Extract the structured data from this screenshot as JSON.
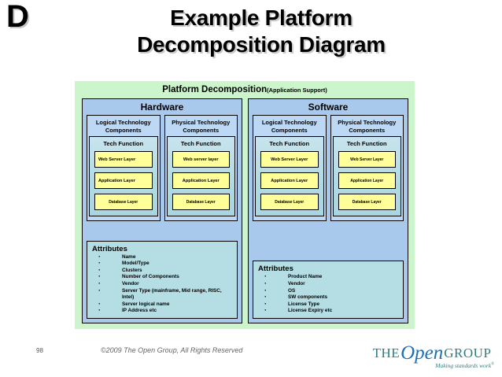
{
  "slide": {
    "letter": "D",
    "title_line1": "Example Platform",
    "title_line2": "Decomposition Diagram"
  },
  "diagram": {
    "heading": "Platform Decomposition",
    "heading_sub": "(Application Support)",
    "colors": {
      "panel_background": "#ccf5cc",
      "domain_background": "#a8c8ec",
      "component_background": "#bcd8f5",
      "tech_function_background": "#b2dbe4",
      "layer_background": "#ffff99",
      "attributes_background": "#b4dde4",
      "border": "#000000"
    },
    "domains": [
      {
        "title": "Hardware",
        "components": [
          {
            "title": "Logical Technology Components",
            "tech_function_title": "Tech Function",
            "layers": [
              "Web Server Layer",
              "Application Layer",
              "Database Layer"
            ]
          },
          {
            "title": "Physical Technology Components",
            "tech_function_title": "Tech Function",
            "layers": [
              "Web server layer",
              "Application Layer",
              "Database Layer"
            ]
          }
        ],
        "attributes": {
          "title": "Attributes",
          "items": [
            "Name",
            "Model/Type",
            "Clusters",
            "Number of Components",
            "Vendor",
            "Server Type (mainframe, Mid range, RISC, Intel)",
            "Server logical name",
            "IP Address etc"
          ]
        }
      },
      {
        "title": "Software",
        "components": [
          {
            "title": "Logical Technology Components",
            "tech_function_title": "Tech Function",
            "layers": [
              "Web Server Layer",
              "Application Layer",
              "Database Layer"
            ]
          },
          {
            "title": "Physical Technology Components",
            "tech_function_title": "Tech Function",
            "layers": [
              "Web Server Layer",
              "Application Layer",
              "Database Layer"
            ]
          }
        ],
        "attributes": {
          "title": "Attributes",
          "items": [
            "Product Name",
            "Vendor",
            "OS",
            "SW components",
            "License Type",
            "License Expiry etc"
          ]
        }
      }
    ]
  },
  "footer": {
    "page_number": "98",
    "copyright": "©2009 The Open Group, All Rights Reserved",
    "logo": {
      "the": "THE",
      "open": "Open",
      "group": "GROUP",
      "tagline": "Making standards work",
      "tagline_mark": "®",
      "color_teal": "#2f7d7d",
      "color_blue": "#1f6fb5"
    }
  }
}
